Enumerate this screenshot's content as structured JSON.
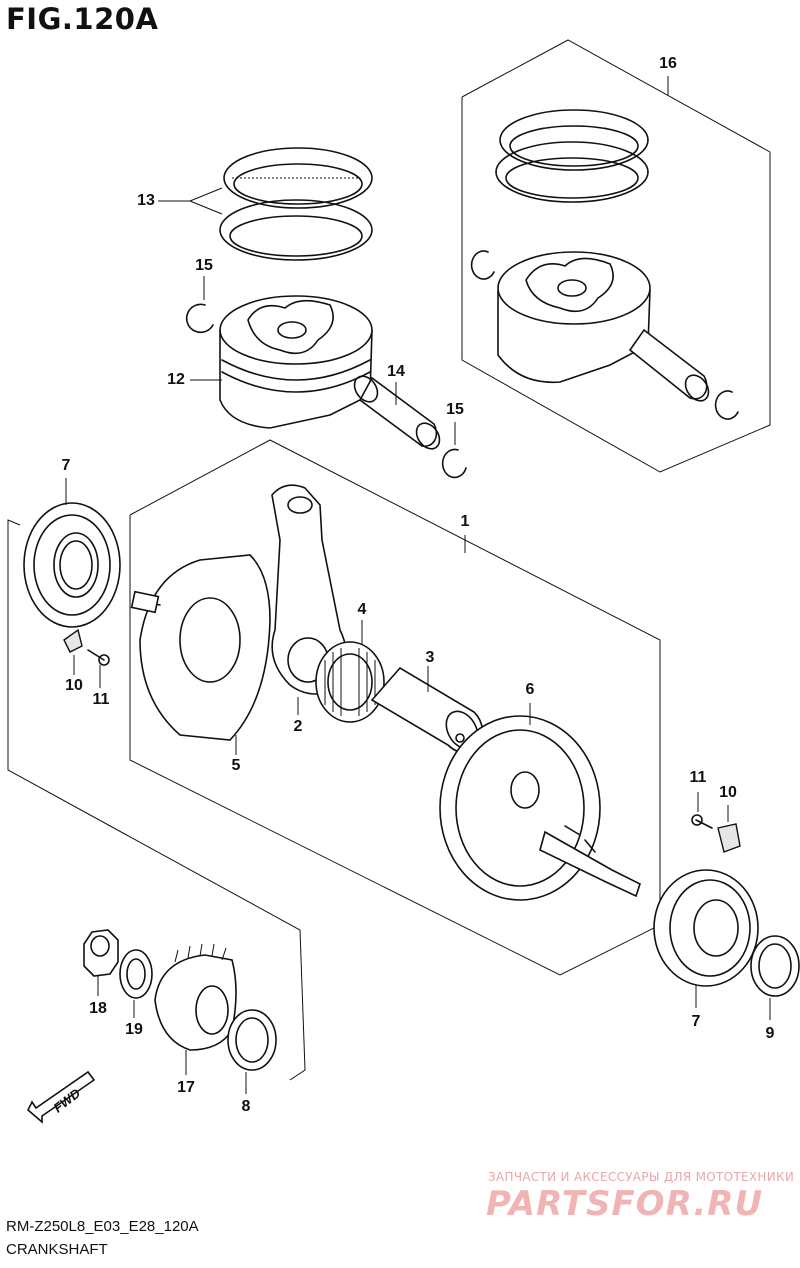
{
  "figure": {
    "title": "FIG.120A",
    "code": "RM-Z250L8_E03_E28_120A",
    "caption": "CRANKSHAFT",
    "direction_label": "FWD"
  },
  "callouts": {
    "c1": "1",
    "c2": "2",
    "c3": "3",
    "c4": "4",
    "c5": "5",
    "c6": "6",
    "c7a": "7",
    "c7b": "7",
    "c8": "8",
    "c9": "9",
    "c10a": "10",
    "c10b": "10",
    "c11a": "11",
    "c11b": "11",
    "c12": "12",
    "c13": "13",
    "c14": "14",
    "c15a": "15",
    "c15b": "15",
    "c16": "16",
    "c17": "17",
    "c18": "18",
    "c19": "19"
  },
  "watermark": {
    "tagline": "ЗАПЧАСТИ И АКСЕССУАРЫ ДЛЯ МОТОТЕХНИКИ",
    "brand": "PARTSFOR.RU"
  }
}
